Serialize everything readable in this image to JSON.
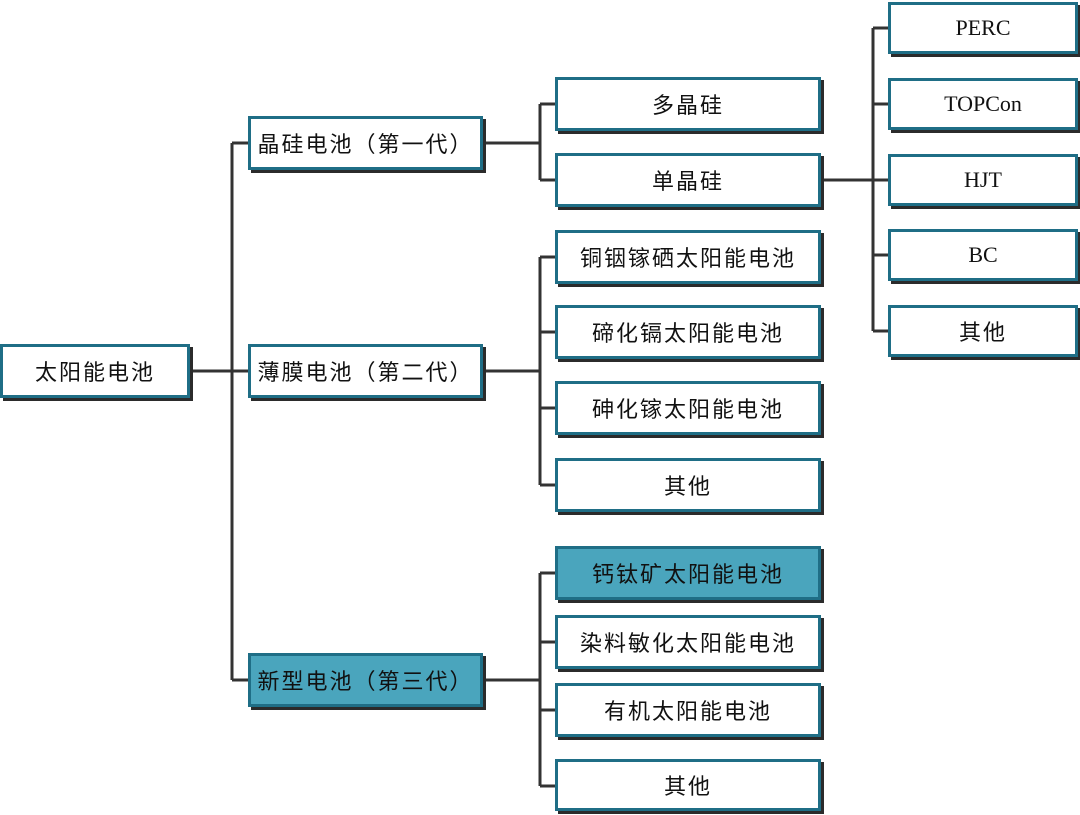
{
  "colors": {
    "box_border": "#1f6e86",
    "box_shadow": "#2b2b2b",
    "highlight_fill": "#4aa5bd",
    "line": "#333333"
  },
  "root": {
    "label": "太阳能电池"
  },
  "generations": [
    {
      "label": "晶硅电池（第一代）",
      "highlighted": false,
      "children": [
        {
          "label": "多晶硅"
        },
        {
          "label": "单晶硅",
          "children": [
            "PERC",
            "TOPCon",
            "HJT",
            "BC",
            "其他"
          ]
        }
      ]
    },
    {
      "label": "薄膜电池（第二代）",
      "highlighted": false,
      "children": [
        {
          "label": "铜铟镓硒太阳能电池"
        },
        {
          "label": "碲化镉太阳能电池"
        },
        {
          "label": "砷化镓太阳能电池"
        },
        {
          "label": "其他"
        }
      ]
    },
    {
      "label": "新型电池（第三代）",
      "highlighted": true,
      "children": [
        {
          "label": "钙钛矿太阳能电池",
          "highlighted": true
        },
        {
          "label": "染料敏化太阳能电池"
        },
        {
          "label": "有机太阳能电池"
        },
        {
          "label": "其他"
        }
      ]
    }
  ]
}
